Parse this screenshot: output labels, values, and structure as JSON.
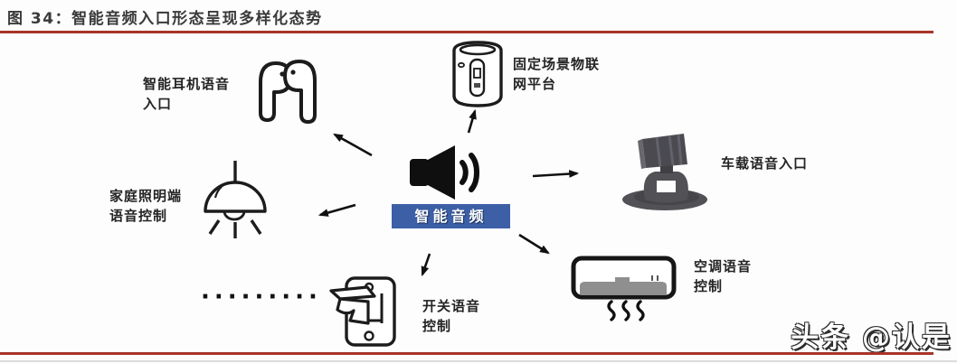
{
  "figure": {
    "title": "图 34：智能音频入口形态呈现多样化态势",
    "watermark": "头条 @认是",
    "ellipsis": "·········"
  },
  "center": {
    "label": "智能音频",
    "icon": "speaker-volume-icon"
  },
  "nodes": [
    {
      "id": "smart-earbuds-voice-entry",
      "label": "智能耳机语音\n入口",
      "icon": "earbuds-icon"
    },
    {
      "id": "fixed-scene-iot-platform",
      "label": "固定场景物联\n网平台",
      "icon": "smart-speaker-icon"
    },
    {
      "id": "in-car-voice-entry",
      "label": "车载语音入口",
      "icon": "car-mount-icon"
    },
    {
      "id": "home-lighting-voice-control",
      "label": "家庭照明端\n语音控制",
      "icon": "pendant-lamp-icon"
    },
    {
      "id": "switch-voice-control",
      "label": "开关语音\n控制",
      "icon": "light-switch-icon"
    },
    {
      "id": "air-conditioner-voice-control",
      "label": "空调语音\n控制",
      "icon": "air-conditioner-icon"
    }
  ],
  "colors": {
    "rule_red": "#a93428",
    "center_label_bg": "#3c5fa6",
    "center_label_text": "#ffffff",
    "ink": "#1c1c1c",
    "device_gray": "#55555a"
  }
}
